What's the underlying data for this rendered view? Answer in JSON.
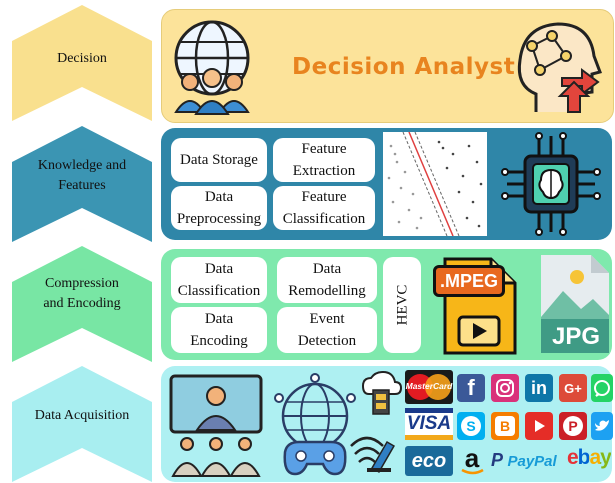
{
  "layers": [
    {
      "label_lines": [
        "Decision"
      ],
      "color": "#f9e08e"
    },
    {
      "label_lines": [
        "Knowledge and",
        "Features"
      ],
      "color": "#3b95b3"
    },
    {
      "label_lines": [
        "Compression",
        "and Encoding"
      ],
      "color": "#78e6a4"
    },
    {
      "label_lines": [
        "Data Acquisition"
      ],
      "color": "#a8eef0"
    }
  ],
  "decision": {
    "title": "Decision Analyst",
    "title_color": "#e8841f",
    "panel_color": "#fce39a"
  },
  "knowledge": {
    "panel_color": "#2f86a8",
    "boxes": [
      [
        "Data Storage"
      ],
      [
        "Feature",
        "Extraction"
      ],
      [
        "Data",
        "Preprocessing"
      ],
      [
        "Feature",
        "Classification"
      ]
    ]
  },
  "compression": {
    "panel_color": "#7fe9ad",
    "boxes": [
      [
        "Data",
        "Classification"
      ],
      [
        "Data",
        "Remodelling"
      ],
      [
        "Data",
        "Encoding"
      ],
      [
        "Event",
        "Detection"
      ]
    ],
    "hevc": "HEVC",
    "mpeg": ".MPEG",
    "jpg": "JPG"
  },
  "acquisition": {
    "panel_color": "#aef0f2",
    "brands": {
      "mastercard": "MasterCard",
      "visa": "VISA",
      "eco": "eco",
      "amazon": "a",
      "paypal": "PayPal",
      "ebay": "ebay",
      "facebook": "f",
      "linkedin": "in",
      "gplus": "G+",
      "skype": "S",
      "blogger": "B",
      "pinterest": "P"
    }
  }
}
